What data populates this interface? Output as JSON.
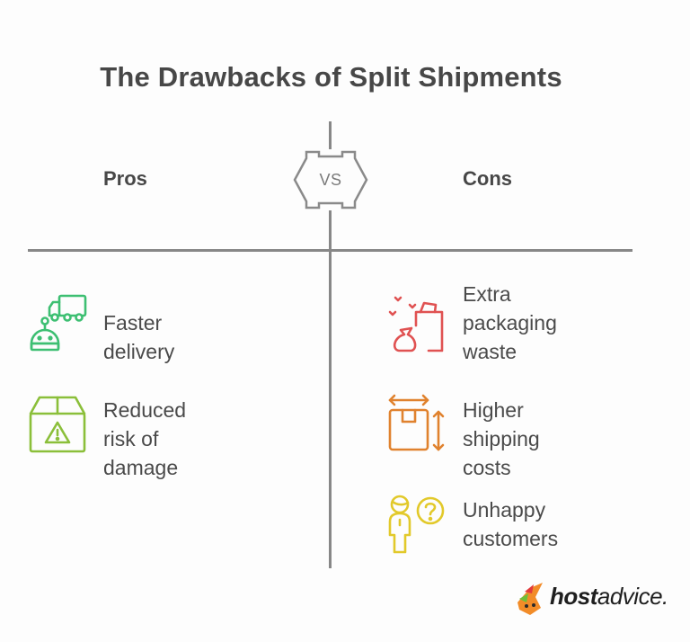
{
  "title": "The Drawbacks of Split Shipments",
  "columns": {
    "pros": {
      "heading": "Pros"
    },
    "vs": {
      "label": "VS"
    },
    "cons": {
      "heading": "Cons"
    }
  },
  "pros": [
    {
      "label": "Faster delivery",
      "icon": "delivery-robot-truck-icon",
      "color": "#3dbf72"
    },
    {
      "label": "Reduced risk of\ndamage",
      "icon": "box-warning-icon",
      "color": "#8bbf3a"
    }
  ],
  "cons": [
    {
      "label": "Extra\npackaging\nwaste",
      "icon": "packaging-waste-icon",
      "color": "#e05252"
    },
    {
      "label": "Higher shipping\ncosts",
      "icon": "box-dimensions-icon",
      "color": "#e0822e"
    },
    {
      "label": "Unhappy\ncustomers",
      "icon": "confused-customer-icon",
      "color": "#e2c92a"
    }
  ],
  "branding": {
    "logo_bold": "host",
    "logo_light": "advice."
  },
  "colors": {
    "divider": "#878787",
    "text": "#4a4a4a",
    "heading": "#474747"
  }
}
